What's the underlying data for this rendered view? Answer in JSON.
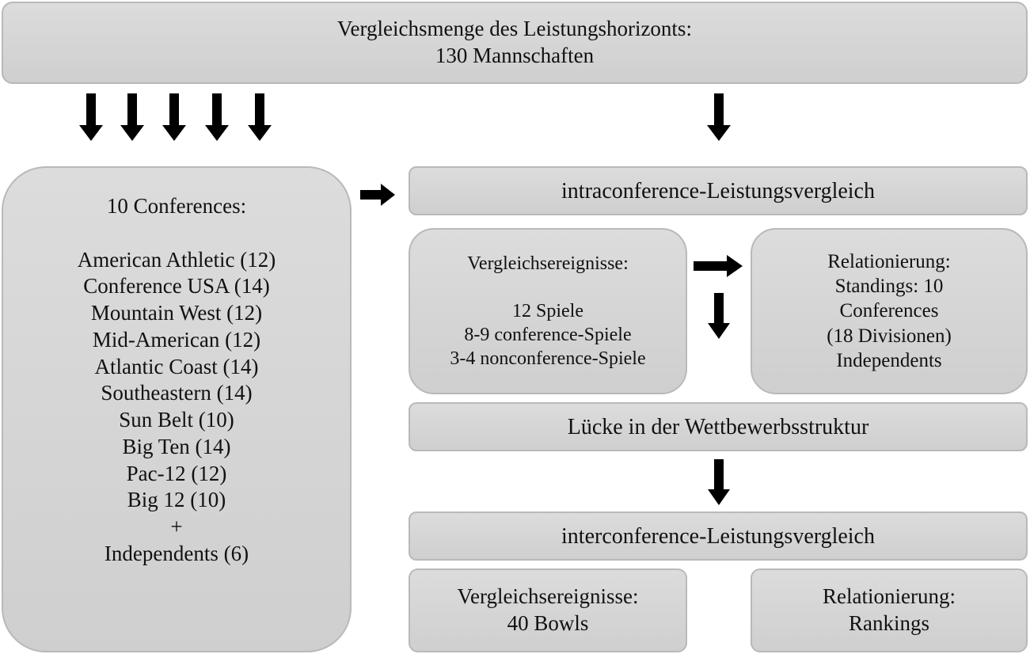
{
  "top": {
    "line1": "Vergleichsmenge des Leistungshorizonts:",
    "line2": "130 Mannschaften"
  },
  "conferences": {
    "title": "10 Conferences:",
    "items": [
      "American Athletic (12)",
      "Conference USA (14)",
      "Mountain West (12)",
      "Mid-American (12)",
      "Atlantic Coast (14)",
      "Southeastern (14)",
      "Sun Belt (10)",
      "Big Ten (14)",
      "Pac-12 (12)",
      "Big 12 (10)"
    ],
    "plus": "+",
    "independents": "Independents (6)"
  },
  "intra": {
    "label": "intraconference-Leistungsvergleich"
  },
  "intra_events": {
    "title": "Vergleichsereignisse:",
    "lines": [
      "12 Spiele",
      "8-9 conference-Spiele",
      "3-4 nonconference-Spiele"
    ]
  },
  "intra_relation": {
    "lines": [
      "Relationierung:",
      "Standings: 10",
      "Conferences",
      "(18 Divisionen)",
      "Independents"
    ]
  },
  "gap": {
    "label": "Lücke in der Wettbewerbsstruktur"
  },
  "inter": {
    "label": "interconference-Leistungsvergleich"
  },
  "inter_events": {
    "line1": "Vergleichsereignisse:",
    "line2": "40 Bowls"
  },
  "inter_relation": {
    "line1": "Relationierung:",
    "line2": "Rankings"
  },
  "colors": {
    "box_fill": "#d4d4d4",
    "box_border": "#b9b9b9",
    "arrow": "#000000",
    "text": "#111111"
  }
}
